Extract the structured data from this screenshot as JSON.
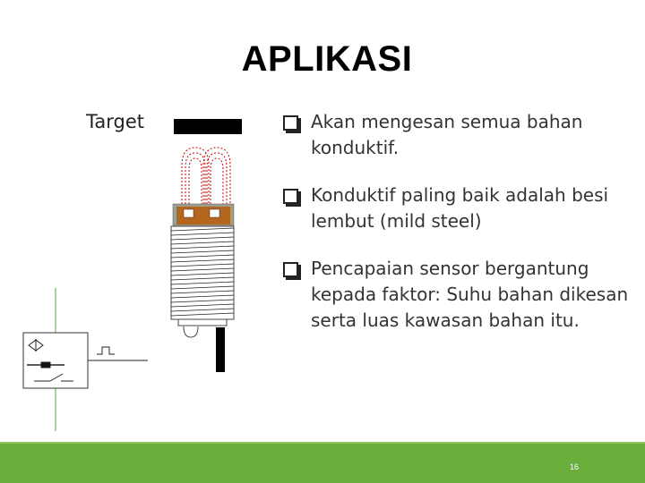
{
  "slide": {
    "title": "APLIKASI",
    "target_label": "Target",
    "bullets": [
      {
        "text": "Akan mengesan semua bahan konduktif."
      },
      {
        "text": "Konduktif paling baik adalah besi lembut (mild steel)"
      },
      {
        "text": "Pencapaian sensor bergantung kepada faktor: Suhu bahan dikesan serta luas kawasan bahan itu."
      }
    ],
    "page_number": "16"
  },
  "colors": {
    "footer": "#69ad3b",
    "sensor_face": "#b5651d",
    "field_lines": "#cc0000",
    "schematic_wire": "#5aa04a"
  },
  "icons": {
    "bullet": "checkbox-square-icon",
    "sensor": "inductive-proximity-sensor-icon",
    "symbol": "proximity-switch-symbol-icon"
  }
}
